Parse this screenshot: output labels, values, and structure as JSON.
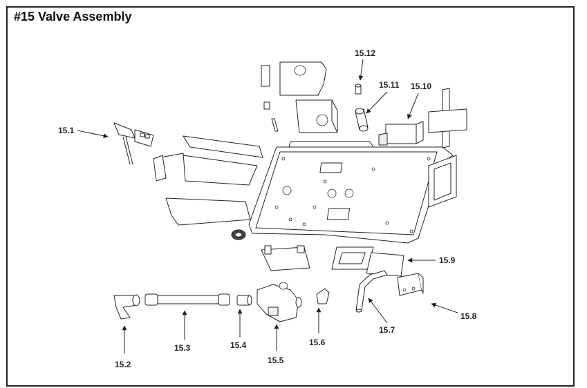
{
  "title": "#15 Valve Assembly",
  "callouts": {
    "c15_1": "15.1",
    "c15_2": "15.2",
    "c15_3": "15.3",
    "c15_4": "15.4",
    "c15_5": "15.5",
    "c15_6": "15.6",
    "c15_7": "15.7",
    "c15_8": "15.8",
    "c15_9": "15.9",
    "c15_10": "15.10",
    "c15_11": "15.11",
    "c15_12": "15.12"
  }
}
